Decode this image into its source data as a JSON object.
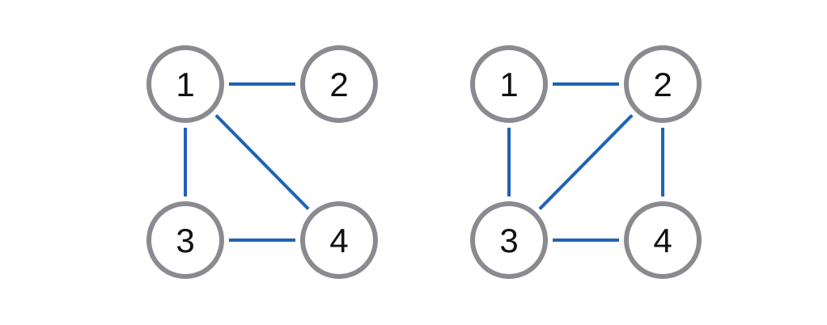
{
  "colors": {
    "edge": "#1f63b4",
    "node_stroke": "#898b90",
    "node_fill": "#ffffff",
    "label": "#111111",
    "background": "#ffffff"
  },
  "graphs": [
    {
      "nodes": [
        {
          "id": "1",
          "label": "1"
        },
        {
          "id": "2",
          "label": "2"
        },
        {
          "id": "3",
          "label": "3"
        },
        {
          "id": "4",
          "label": "4"
        }
      ],
      "edges": [
        [
          "1",
          "2"
        ],
        [
          "1",
          "3"
        ],
        [
          "1",
          "4"
        ],
        [
          "3",
          "4"
        ]
      ]
    },
    {
      "nodes": [
        {
          "id": "1",
          "label": "1"
        },
        {
          "id": "2",
          "label": "2"
        },
        {
          "id": "3",
          "label": "3"
        },
        {
          "id": "4",
          "label": "4"
        }
      ],
      "edges": [
        [
          "1",
          "2"
        ],
        [
          "1",
          "3"
        ],
        [
          "2",
          "3"
        ],
        [
          "2",
          "4"
        ],
        [
          "3",
          "4"
        ]
      ]
    }
  ]
}
